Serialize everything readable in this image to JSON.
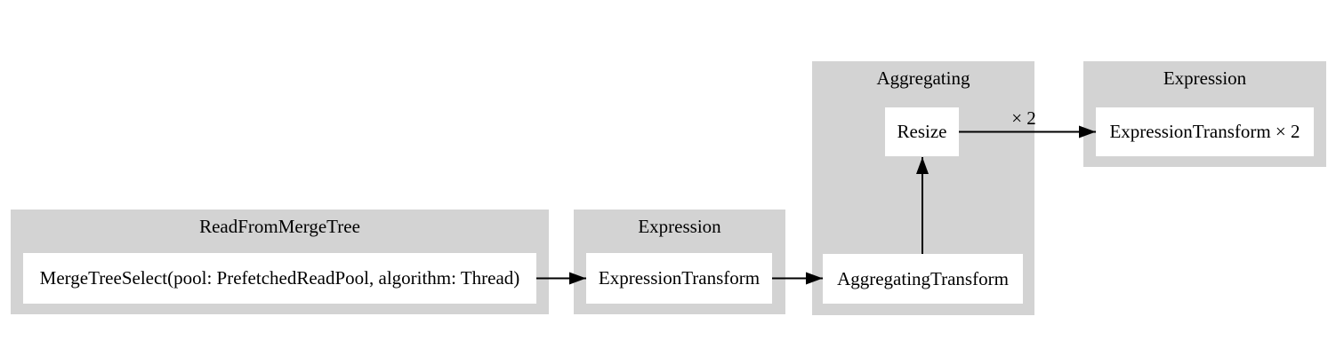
{
  "diagram": {
    "type": "query-pipeline-graph",
    "colors": {
      "background": "#ffffff",
      "cluster_fill": "#d3d3d3",
      "node_fill": "#ffffff",
      "edge": "#000000",
      "text": "#000000"
    },
    "clusters": [
      {
        "title": "ReadFromMergeTree",
        "nodes": [
          "MergeTreeSelect(pool: PrefetchedReadPool, algorithm: Thread)"
        ]
      },
      {
        "title": "Expression",
        "nodes": [
          "ExpressionTransform"
        ]
      },
      {
        "title": "Aggregating",
        "nodes": [
          "Resize",
          "AggregatingTransform"
        ]
      },
      {
        "title": "Expression",
        "nodes": [
          "ExpressionTransform × 2"
        ]
      }
    ],
    "edges": [
      {
        "from": "MergeTreeSelect(pool: PrefetchedReadPool, algorithm: Thread)",
        "to": "ExpressionTransform",
        "label": ""
      },
      {
        "from": "ExpressionTransform",
        "to": "AggregatingTransform",
        "label": ""
      },
      {
        "from": "AggregatingTransform",
        "to": "Resize",
        "label": ""
      },
      {
        "from": "Resize",
        "to": "ExpressionTransform × 2",
        "label": "× 2"
      }
    ]
  }
}
